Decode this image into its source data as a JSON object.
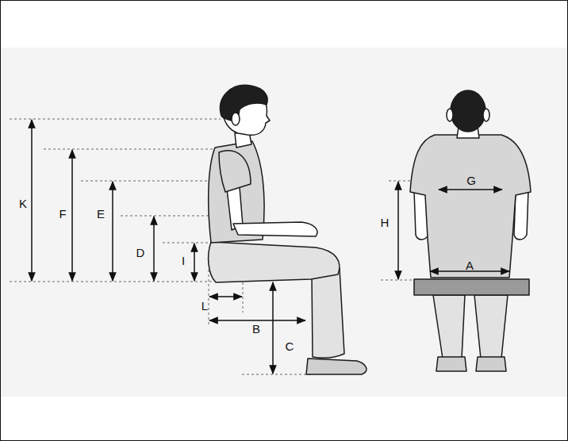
{
  "diagram": {
    "labels": [
      "K",
      "F",
      "E",
      "D",
      "I",
      "L",
      "B",
      "C",
      "G",
      "H",
      "A"
    ]
  }
}
